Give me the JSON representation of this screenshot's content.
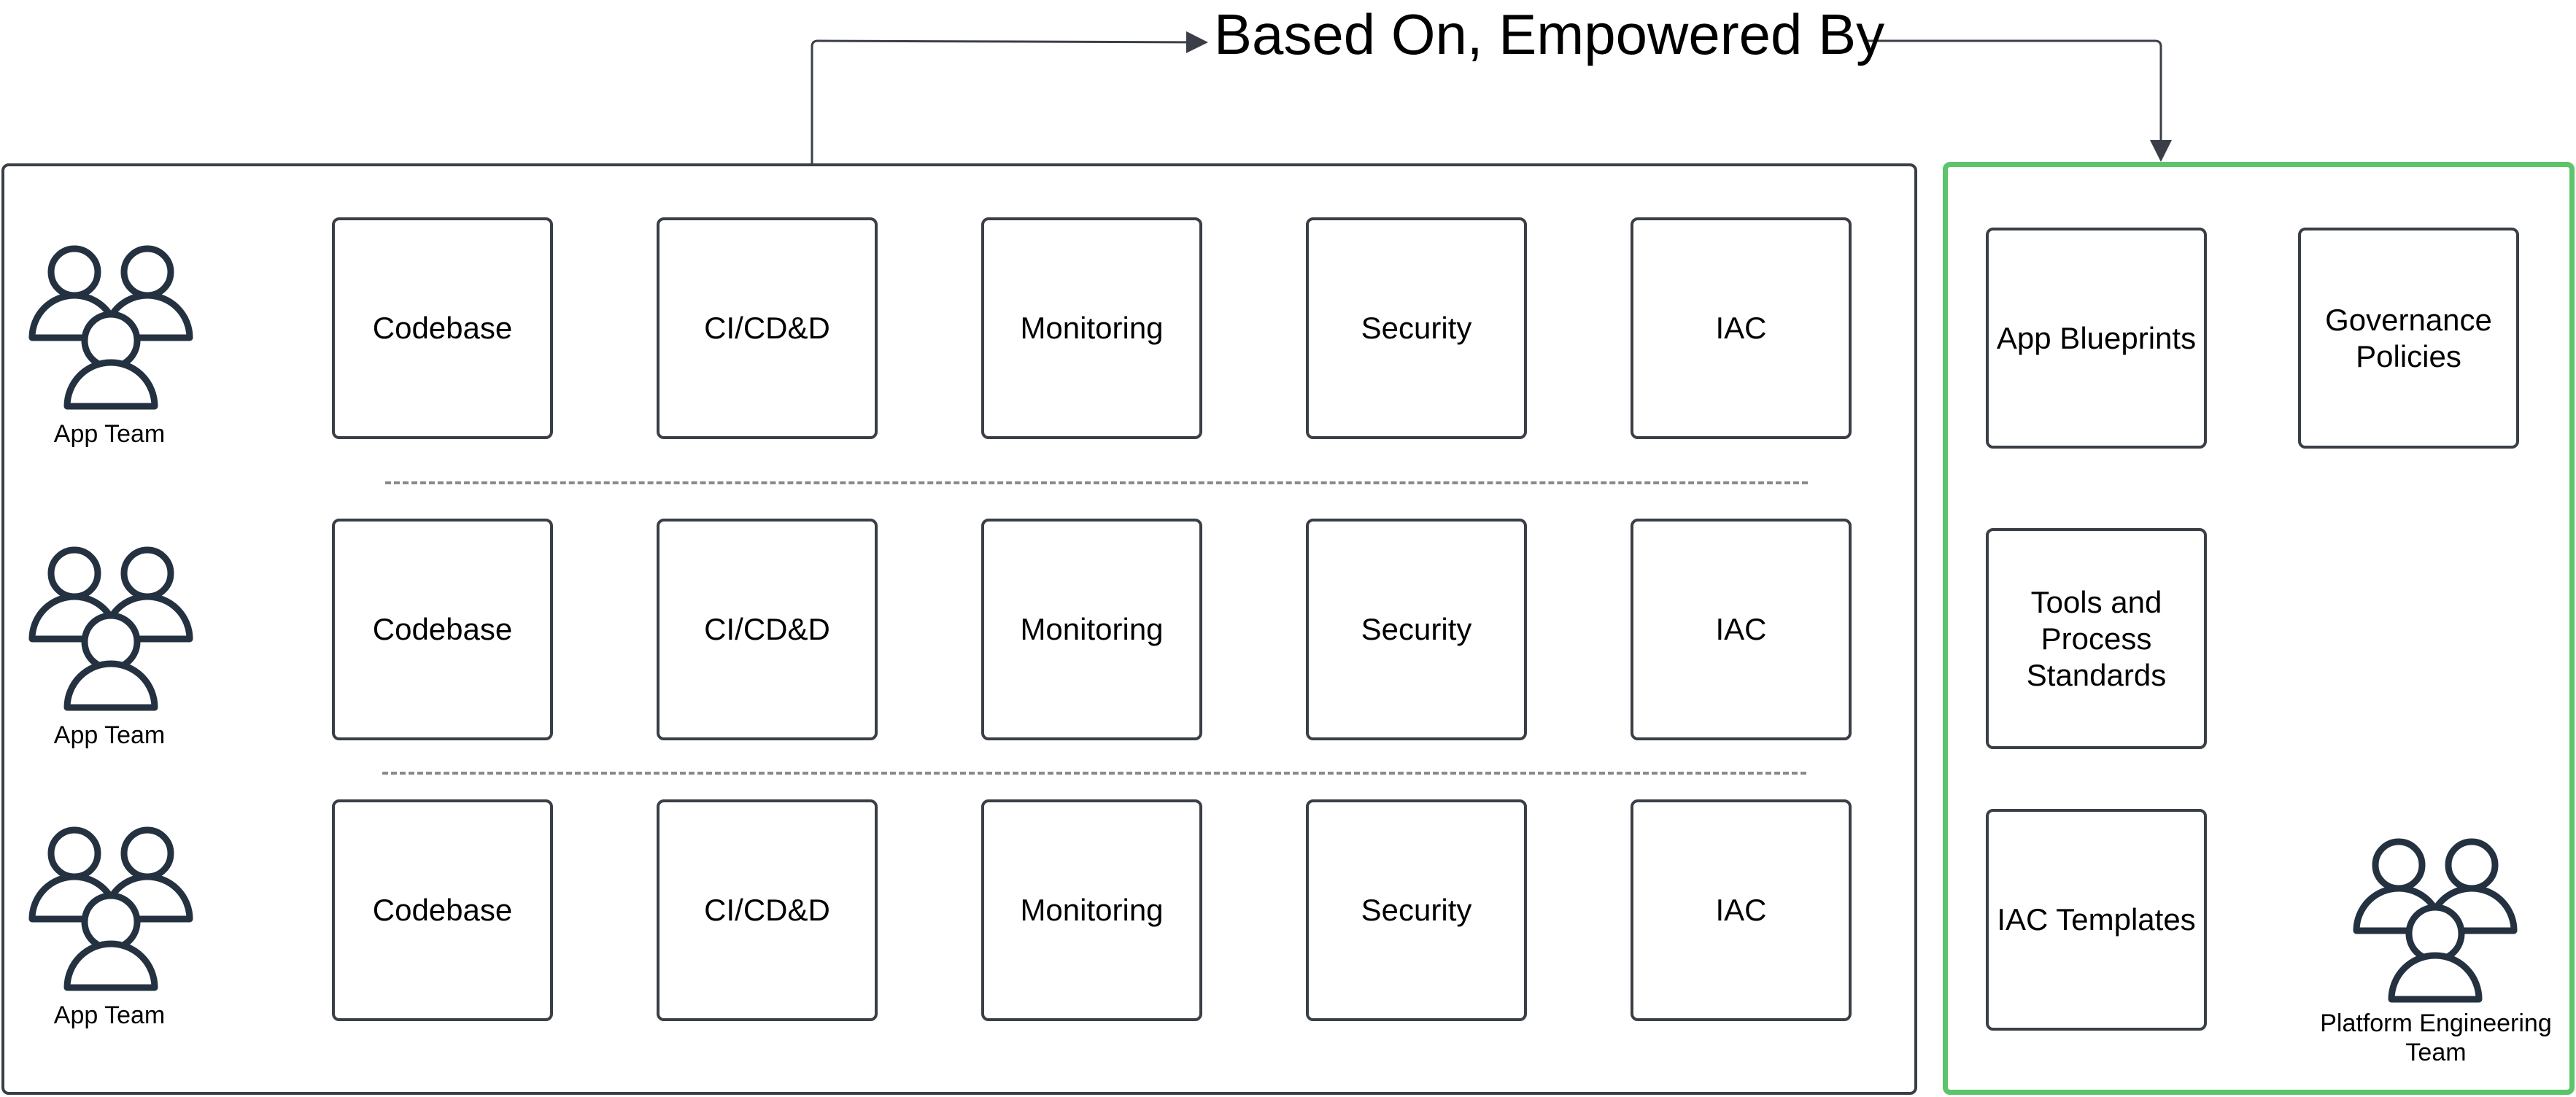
{
  "title": "Based On, Empowered By",
  "app_teams": [
    {
      "label": "App Team",
      "components": [
        "Codebase",
        "CI/CD&D",
        "Monitoring",
        "Security",
        "IAC"
      ]
    },
    {
      "label": "App Team",
      "components": [
        "Codebase",
        "CI/CD&D",
        "Monitoring",
        "Security",
        "IAC"
      ]
    },
    {
      "label": "App Team",
      "components": [
        "Codebase",
        "CI/CD&D",
        "Monitoring",
        "Security",
        "IAC"
      ]
    }
  ],
  "platform": {
    "label_line1": "Platform Engineering",
    "label_line2": "Team",
    "blocks": {
      "app_blueprints": "App Blueprints",
      "governance_line1": "Governance",
      "governance_line2": "Policies",
      "tools_line1": "Tools and",
      "tools_line2": "Process",
      "tools_line3": "Standards",
      "iac_templates": "IAC Templates"
    }
  },
  "colors": {
    "stroke": "#3a3f47",
    "platform_border": "#5cc46a",
    "divider": "#8a8a8a",
    "icon": "#243140"
  },
  "icons": {
    "team": "people-group-icon"
  }
}
